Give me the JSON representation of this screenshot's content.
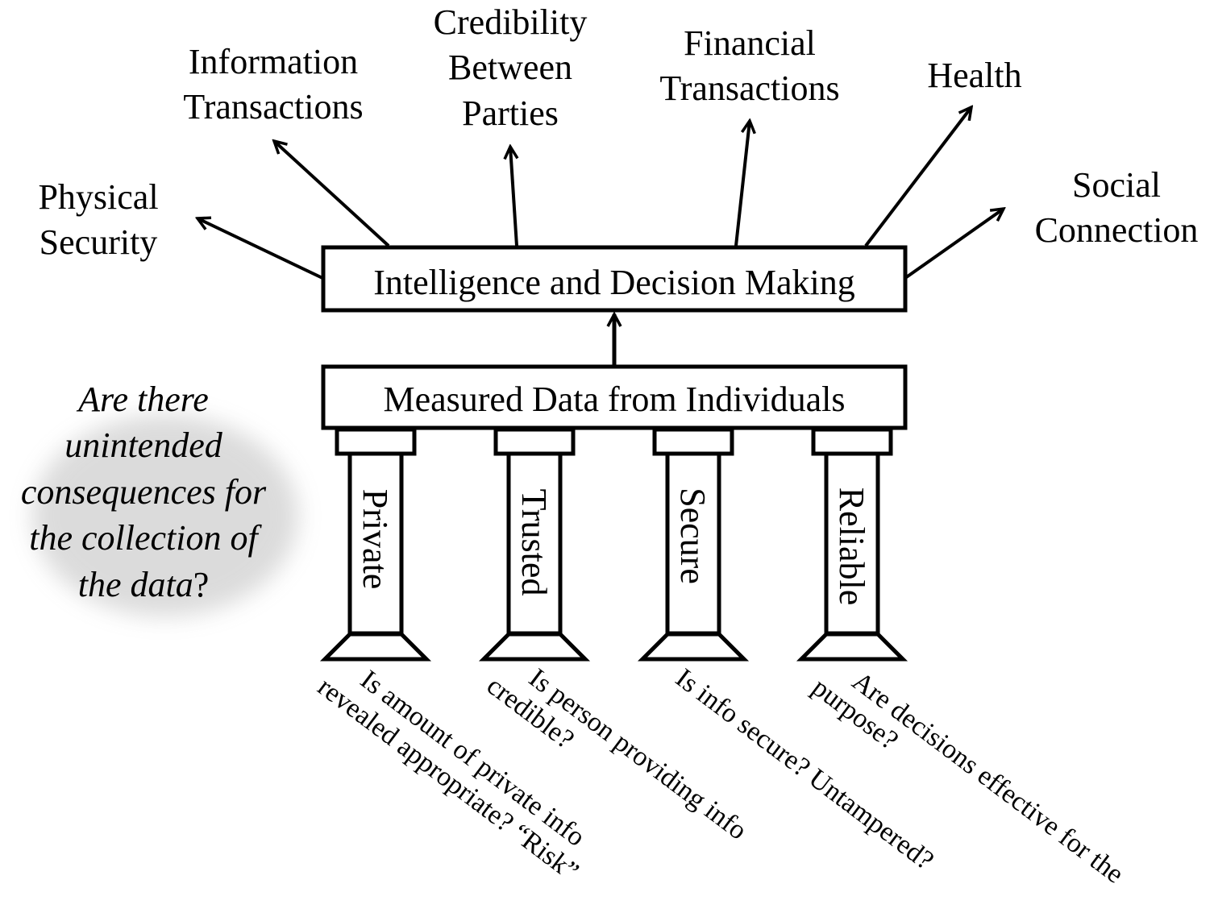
{
  "outcomes": {
    "physical_security": [
      "Physical",
      "Security"
    ],
    "information_transactions": [
      "Information",
      "Transactions"
    ],
    "credibility": [
      "Credibility",
      "Between",
      "Parties"
    ],
    "financial_transactions": [
      "Financial",
      "Transactions"
    ],
    "health": [
      "Health"
    ],
    "social_connection": [
      "Social",
      "Connection"
    ]
  },
  "intelligence_box": {
    "label": "Intelligence and Decision Making"
  },
  "data_box": {
    "label": "Measured Data from Individuals"
  },
  "pillars": [
    {
      "label": "Private",
      "question": [
        "Is amount of private info",
        "revealed appropriate? “Risk”"
      ]
    },
    {
      "label": "Trusted",
      "question": [
        "Is person providing info",
        "credible?"
      ]
    },
    {
      "label": "Secure",
      "question": [
        "Is info secure? Untampered?"
      ]
    },
    {
      "label": "Reliable",
      "question": [
        "Are decisions effective for the",
        "purpose?"
      ]
    }
  ],
  "side_question": {
    "lines": [
      "Are there",
      "unintended",
      "consequences for",
      "the collection of",
      "the data"
    ],
    "end_mark": "?"
  },
  "colors": {
    "stroke": "#000000",
    "background": "#ffffff",
    "shadow": "#9a9a9a"
  }
}
